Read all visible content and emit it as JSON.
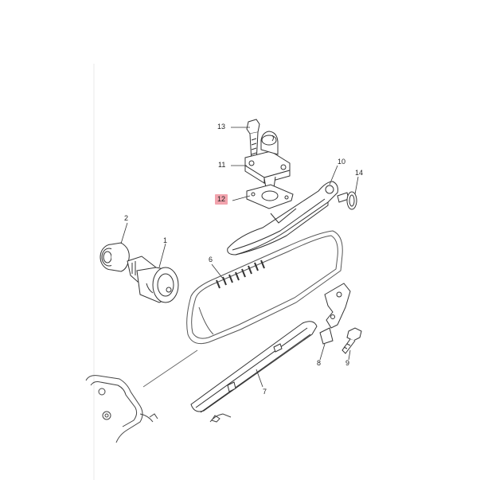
{
  "diagram": {
    "highlight_color": "#f2a3ad",
    "line_color": "#333333",
    "parts": [
      {
        "number": "1",
        "name": "camshaft"
      },
      {
        "number": "2",
        "name": "bearing"
      },
      {
        "number": "6",
        "name": "cam-chain"
      },
      {
        "number": "7",
        "name": "chain-guide"
      },
      {
        "number": "8",
        "name": "stopper-guide"
      },
      {
        "number": "9",
        "name": "bolt"
      },
      {
        "number": "10",
        "name": "tensioner-guide"
      },
      {
        "number": "11",
        "name": "cam-chain-tensioner"
      },
      {
        "number": "12",
        "name": "gasket"
      },
      {
        "number": "13",
        "name": "bolt"
      },
      {
        "number": "14",
        "name": "pivot-bolt"
      }
    ],
    "highlighted_part": "12"
  }
}
